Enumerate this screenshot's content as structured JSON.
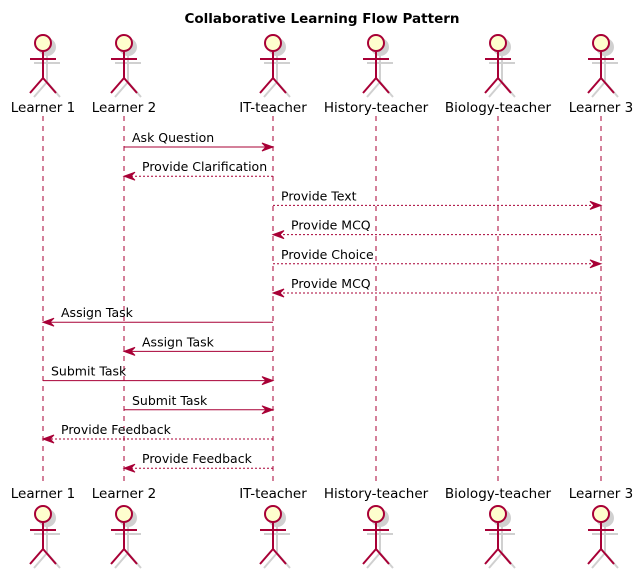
{
  "title": "Collaborative Learning Flow Pattern",
  "colors": {
    "line": "#A80036",
    "actor_fill": "#FEFECE",
    "shadow": "#D0D0D0"
  },
  "participants": [
    {
      "id": "L1",
      "label": "Learner 1",
      "icon": "actor-icon"
    },
    {
      "id": "L2",
      "label": "Learner 2",
      "icon": "actor-icon"
    },
    {
      "id": "IT",
      "label": "IT-teacher",
      "icon": "actor-icon"
    },
    {
      "id": "HT",
      "label": "History-teacher",
      "icon": "actor-icon"
    },
    {
      "id": "BT",
      "label": "Biology-teacher",
      "icon": "actor-icon"
    },
    {
      "id": "L3",
      "label": "Learner 3",
      "icon": "actor-icon"
    }
  ],
  "messages": [
    {
      "from": "L2",
      "to": "IT",
      "label": "Ask Question",
      "style": "solid"
    },
    {
      "from": "IT",
      "to": "L2",
      "label": "Provide Clarification",
      "style": "dashed"
    },
    {
      "from": "IT",
      "to": "L3",
      "label": "Provide Text",
      "style": "dashed"
    },
    {
      "from": "L3",
      "to": "IT",
      "label": "Provide MCQ",
      "style": "dashed"
    },
    {
      "from": "IT",
      "to": "L3",
      "label": "Provide Choice",
      "style": "dashed"
    },
    {
      "from": "L3",
      "to": "IT",
      "label": "Provide MCQ",
      "style": "dashed"
    },
    {
      "from": "IT",
      "to": "L1",
      "label": "Assign Task",
      "style": "solid"
    },
    {
      "from": "IT",
      "to": "L2",
      "label": "Assign Task",
      "style": "solid"
    },
    {
      "from": "L1",
      "to": "IT",
      "label": "Submit Task",
      "style": "solid"
    },
    {
      "from": "L2",
      "to": "IT",
      "label": "Submit Task",
      "style": "solid"
    },
    {
      "from": "IT",
      "to": "L1",
      "label": "Provide Feedback",
      "style": "dashed"
    },
    {
      "from": "IT",
      "to": "L2",
      "label": "Provide Feedback",
      "style": "dashed"
    }
  ]
}
